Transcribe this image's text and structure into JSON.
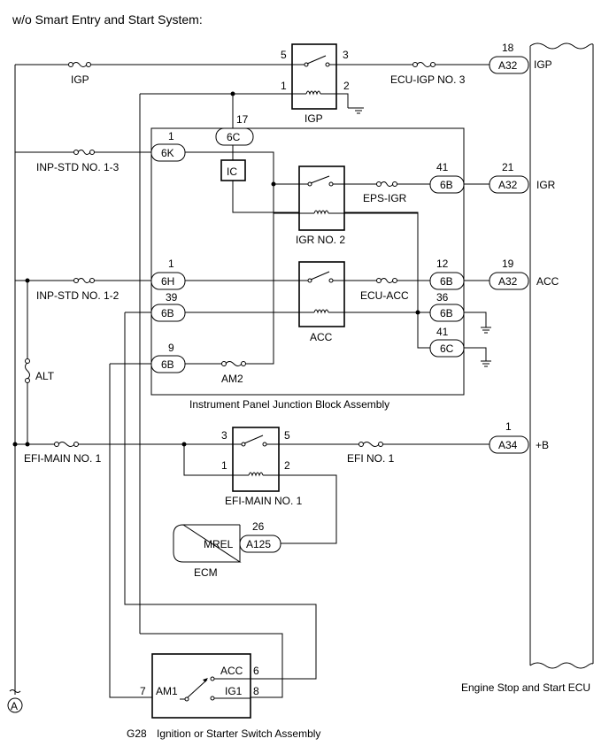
{
  "title": "w/o Smart Entry and Start System:",
  "blocks": {
    "ip_jb": "Instrument Panel Junction Block Assembly",
    "ecu": "Engine Stop and Start ECU",
    "ecm": "ECM",
    "ecm_pin": "MREL",
    "ign_code": "G28",
    "ign_name": "Ignition or Starter Switch Assembly",
    "ign_acc": "ACC",
    "ign_ig1": "IG1",
    "ign_am1": "AM1",
    "ic": "IC",
    "ground_ref": "A"
  },
  "relays": {
    "igp": "IGP",
    "igr_no2": "IGR NO. 2",
    "acc": "ACC",
    "efi_main_no1": "EFI-MAIN NO. 1"
  },
  "fuses": {
    "igp": "IGP",
    "ecu_igp_no3": "ECU-IGP NO. 3",
    "inp_std_no13": "INP-STD NO. 1-3",
    "eps_igr": "EPS-IGR",
    "inp_std_no12": "INP-STD NO. 1-2",
    "ecu_acc": "ECU-ACC",
    "am2": "AM2",
    "alt": "ALT",
    "efi_main_no1": "EFI-MAIN NO. 1",
    "efi_no1": "EFI NO. 1"
  },
  "connectors": {
    "c_6c_top": "6C",
    "c_6k": "6K",
    "c_6b_igr": "6B",
    "c_6h": "6H",
    "c_6b_39": "6B",
    "c_6b_9": "6B",
    "c_6b_acc": "6B",
    "c_6b_36": "6B",
    "c_6c_41": "6C",
    "c_a32_igp": "A32",
    "c_a32_igr": "A32",
    "c_a32_acc": "A32",
    "c_a34": "A34",
    "c_a125": "A125"
  },
  "pins": {
    "igp_5": "5",
    "igp_3": "3",
    "igp_1": "1",
    "igp_2": "2",
    "p_17": "17",
    "p_6k_1": "1",
    "p_6b_41": "41",
    "p_a32_21": "21",
    "p_6h_1": "1",
    "p_6b_39": "39",
    "p_6b_12": "12",
    "p_a32_19": "19",
    "p_6b_36": "36",
    "p_6c_41": "41",
    "p_6b_9": "9",
    "p_a32_18": "18",
    "p_a34_1": "1",
    "efi_3": "3",
    "efi_5": "5",
    "efi_1": "1",
    "efi_2": "2",
    "p_a125_26": "26",
    "ign_6": "6",
    "ign_8": "8",
    "ign_7": "7"
  },
  "signals": {
    "igp": "IGP",
    "igr": "IGR",
    "acc": "ACC",
    "b": "+B"
  }
}
